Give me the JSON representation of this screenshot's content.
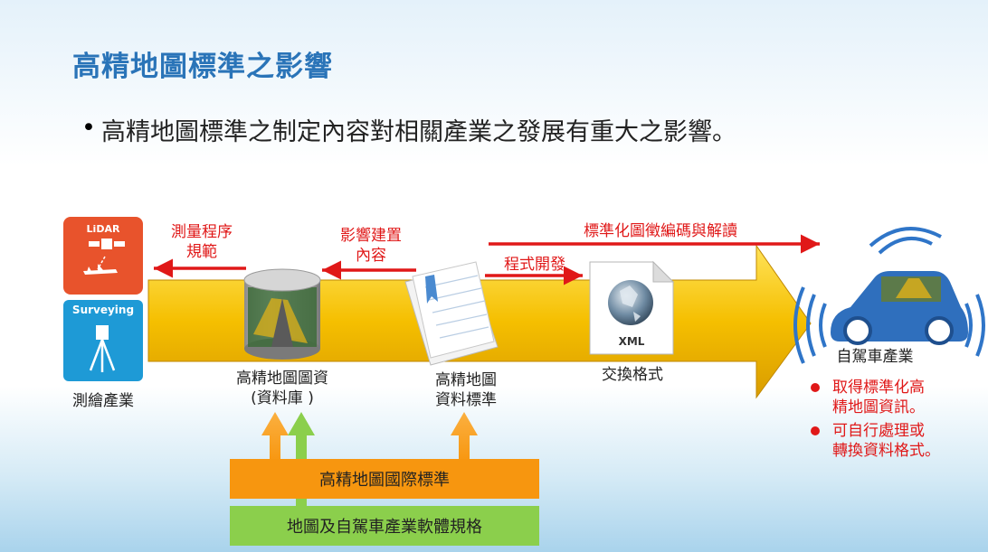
{
  "title": "高精地圖標準之影響",
  "bullet": "高精地圖標準之制定內容對相關產業之發展有重大之影響。",
  "lidar_label": "LiDAR",
  "surveying_label": "Surveying",
  "survey_industry": "測繪產業",
  "db_caption": "高精地圖圖資\n(資料庫 )",
  "doc_caption": "高精地圖\n資料標準",
  "xml_label": "XML",
  "xml_caption": "交換格式",
  "car_caption": "自駕車產業",
  "arrow_labels": {
    "survey_spec": "測量程序\n規範",
    "impact_content": "影響建置\n內容",
    "program_dev": "程式開發",
    "std_encode": "標準化圖徵編碼與解讀"
  },
  "notes": [
    "取得標準化高\n精地圖資訊。",
    "可自行處理或\n轉換資料格式。"
  ],
  "std_bar": "高精地圖國際標準",
  "spec_bar": "地圖及自駕車產業軟體規格",
  "colors": {
    "title": "#2a74b8",
    "big_arrow": "#f5bf00",
    "red": "#e01818",
    "orange": "#f7960f",
    "green": "#8bcf4c",
    "lidar_bg": "#e8532c",
    "survey_bg": "#1e9ad6"
  }
}
